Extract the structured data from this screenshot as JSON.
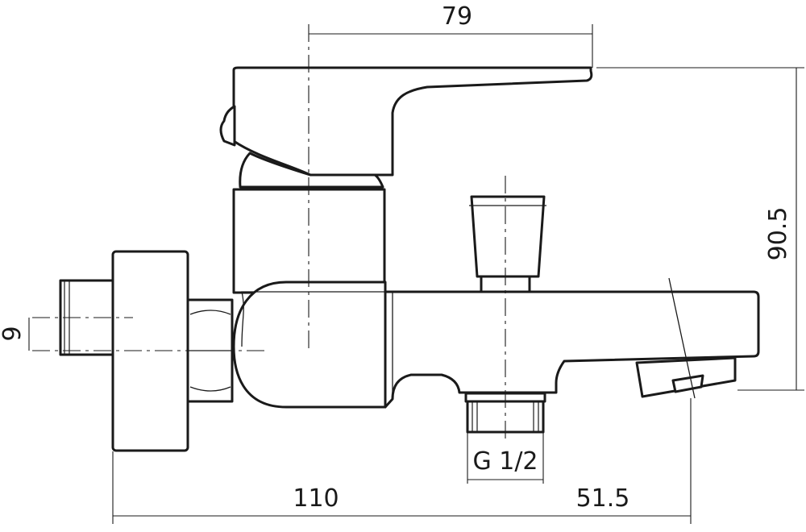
{
  "dimensions": {
    "top_width": "79",
    "height_right": "90.5",
    "left_thread": "9",
    "bottom_left": "110",
    "bottom_right": "51.5",
    "outlet_thread": "G 1/2"
  },
  "colors": {
    "line": "#1a1a1a",
    "background": "#ffffff"
  }
}
